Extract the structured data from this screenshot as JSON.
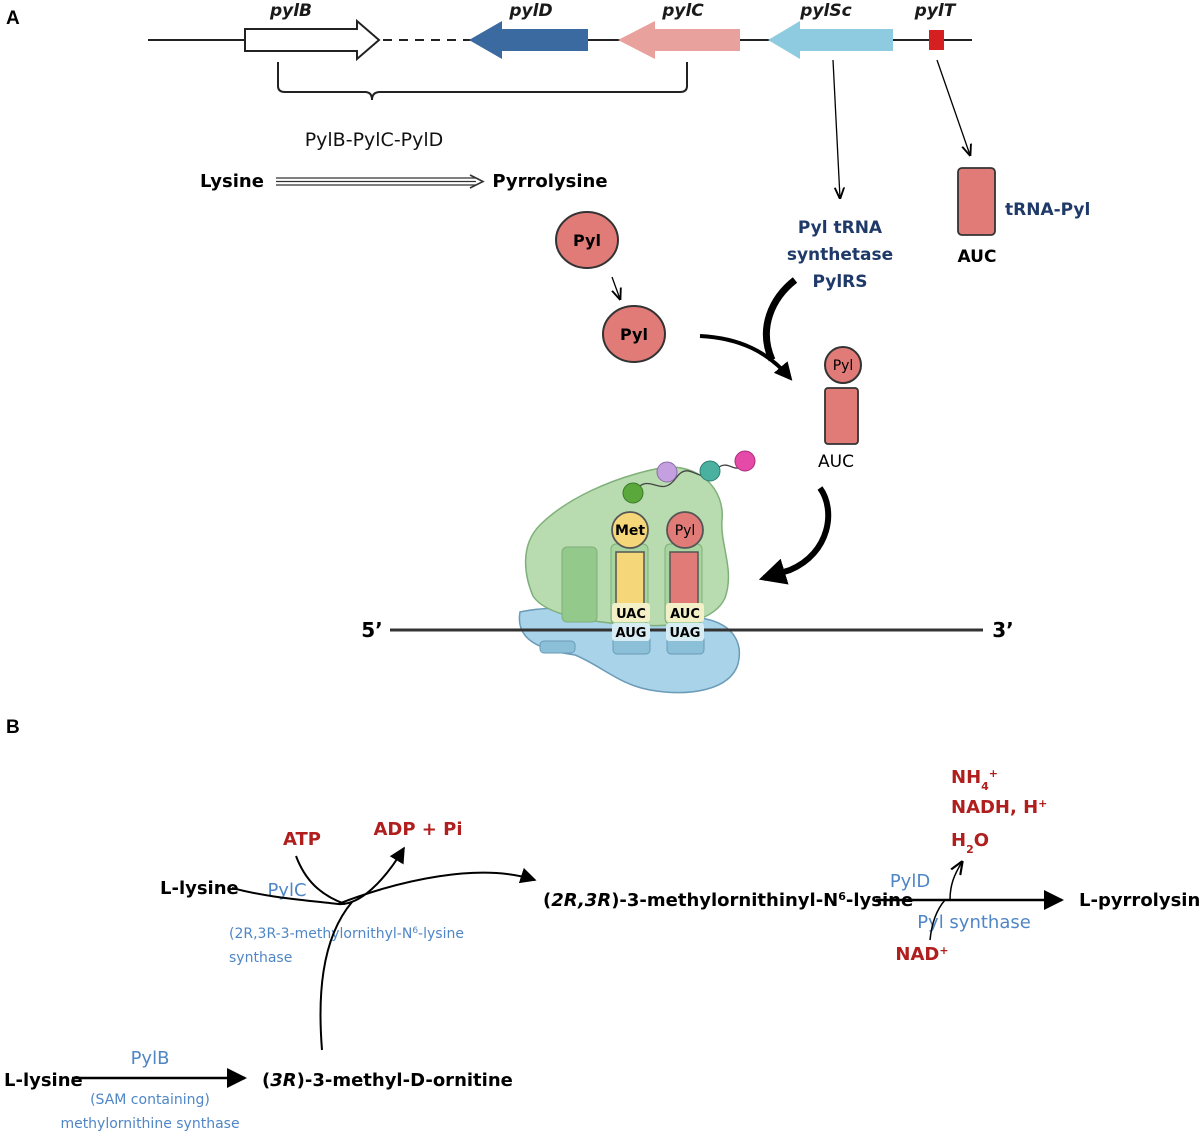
{
  "panels": {
    "a": "A",
    "b": "B"
  },
  "genes": {
    "pylB": "pylB",
    "pylD": "pylD",
    "pylC": "pylC",
    "pylSc": "pylSc",
    "pylT": "pylT"
  },
  "brace_label": "PylB-PylC-PylD",
  "conversion": {
    "from": "Lysine",
    "to": "Pyrrolysine"
  },
  "pyl_label": "Pyl",
  "pylrs": {
    "line1": "Pyl tRNA",
    "line2": "synthetase",
    "line3": "PylRS"
  },
  "trna": {
    "name": "tRNA-Pyl",
    "anticodon": "AUC"
  },
  "ribosome": {
    "met": "Met",
    "pyl": "Pyl",
    "anticodon_met": "UAC",
    "anticodon_pyl": "AUC",
    "codon_met": "AUG",
    "codon_pyl": "UAG",
    "five_prime": "5’",
    "three_prime": "3’"
  },
  "pathway": {
    "l_lysine": "L-lysine",
    "atp": "ATP",
    "adp_pi": "ADP + Pi",
    "pylc": "PylC",
    "pylc_enzyme_line1": "(2R,3R-3-methylornithyl-N",
    "pylc_enzyme_sup": "6",
    "pylc_enzyme_line1_end": "-lysine",
    "pylc_enzyme_line2": "synthase",
    "intermediate_prefix": "(",
    "intermediate_italic": "2R,3R",
    "intermediate_mid": ")-3-methylornithinyl-N",
    "intermediate_sup": "6",
    "intermediate_end": "-lysine",
    "pyld": "PylD",
    "pyl_synthase": "Pyl synthase",
    "nh4": "NH",
    "nh4_sub": "4",
    "nh4_sup": "+",
    "nadh": "NADH, H",
    "nadh_sup": "+",
    "h2o": "H",
    "h2o_sub": "2",
    "h2o_end": "O",
    "nad": "NAD",
    "nad_sup": "+",
    "l_pyrrolysine": "L-pyrrolysine",
    "l_lysine_2": "L-lysine",
    "pylb": "PylB",
    "pylb_enzyme_line1": "(SAM containing)",
    "pylb_enzyme_line2": "methylornithine synthase",
    "ornitine_prefix": "(",
    "ornitine_italic": "3R",
    "ornitine_end": ")-3-methyl-D-ornitine"
  },
  "colors": {
    "pylB": "#ffffff",
    "pylD": "#3a6aa0",
    "pylC": "#e8a19c",
    "pylSc": "#8fcbe0",
    "pylT": "#d42020",
    "pyl_node": "#e07b78",
    "trna_body": "#e07b78",
    "met_node": "#f5d77a",
    "ribosome_large": "#b8dcb0",
    "ribosome_small": "#a9d3e8",
    "enzyme_text": "#4f86c6",
    "cofactor_text": "#b01e1e",
    "label_navy": "#1f3a68"
  }
}
